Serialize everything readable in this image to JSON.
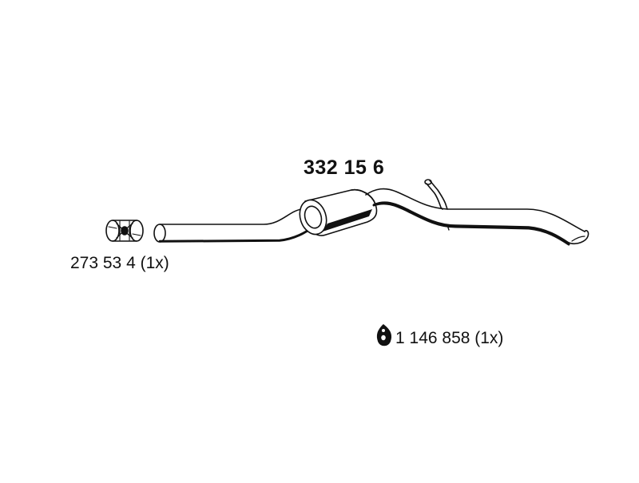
{
  "parts": {
    "main": {
      "number": "332 15 6"
    },
    "clamp": {
      "number": "273 53 4 (1x)",
      "icon": "pipe-clamp-icon"
    },
    "hanger": {
      "number": "1 146 858 (1x)",
      "icon": "rubber-hanger-icon"
    }
  }
}
